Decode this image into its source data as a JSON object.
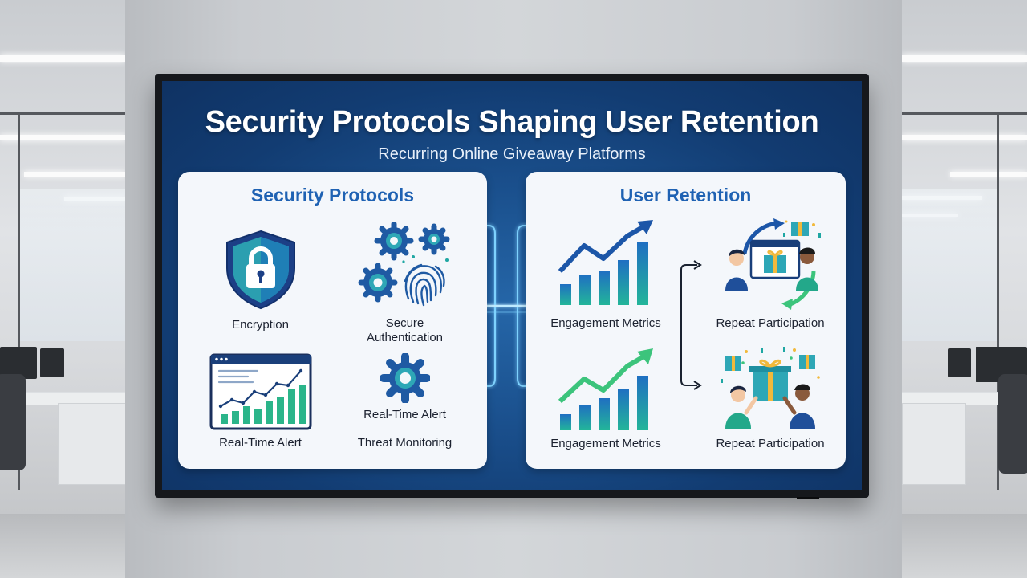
{
  "display": {
    "title": "Security Protocols Shaping User Retention",
    "subtitle": "Recurring Online Giveaway Platforms"
  },
  "security_panel": {
    "heading": "Security Protocols",
    "items": [
      {
        "label": "Encryption",
        "icon": "shield-lock-icon"
      },
      {
        "label": "Secure Authentication",
        "icon": "gears-fingerprint-icon"
      },
      {
        "label": "Real-Time Alert",
        "icon": "dashboard-chart-icon"
      },
      {
        "label": "Threat Monitoring",
        "icon": "gear-icon",
        "icon_caption": "Real-Time Alert"
      }
    ]
  },
  "retention_panel": {
    "heading": "User Retention",
    "items": [
      {
        "label": "Engagement Metrics",
        "icon": "growth-chart-icon"
      },
      {
        "label": "Repeat Participation",
        "icon": "gift-exchange-icon"
      },
      {
        "label": "Engagement Metrics",
        "icon": "growth-chart-icon"
      },
      {
        "label": "Repeat Participation",
        "icon": "gift-celebration-icon"
      }
    ]
  },
  "colors": {
    "screen": "#1a4f8c",
    "panel": "#f4f7fb",
    "heading": "#1f62b3",
    "accent_teal": "#1fa7a3",
    "accent_green": "#3cc47c"
  }
}
